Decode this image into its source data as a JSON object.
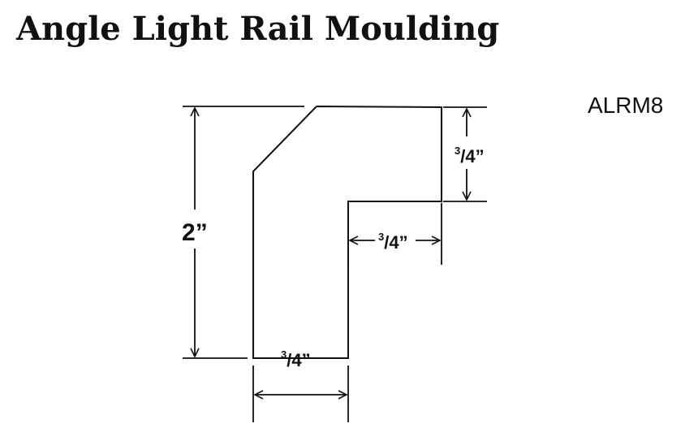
{
  "title": "Angle Light Rail Moulding",
  "part_code": "ALRM8",
  "dimensions": {
    "height": {
      "whole": "2",
      "unit": "”"
    },
    "top_leg_thickness": {
      "numerator": "3",
      "slash": "/",
      "denominator": "4",
      "unit": "”"
    },
    "inner_width": {
      "numerator": "3",
      "slash": "/",
      "denominator": "4",
      "unit": "”"
    },
    "bottom_width": {
      "numerator": "3",
      "slash": "/",
      "denominator": "4",
      "unit": "”"
    }
  },
  "colors": {
    "line": "#111111",
    "background": "#ffffff"
  }
}
